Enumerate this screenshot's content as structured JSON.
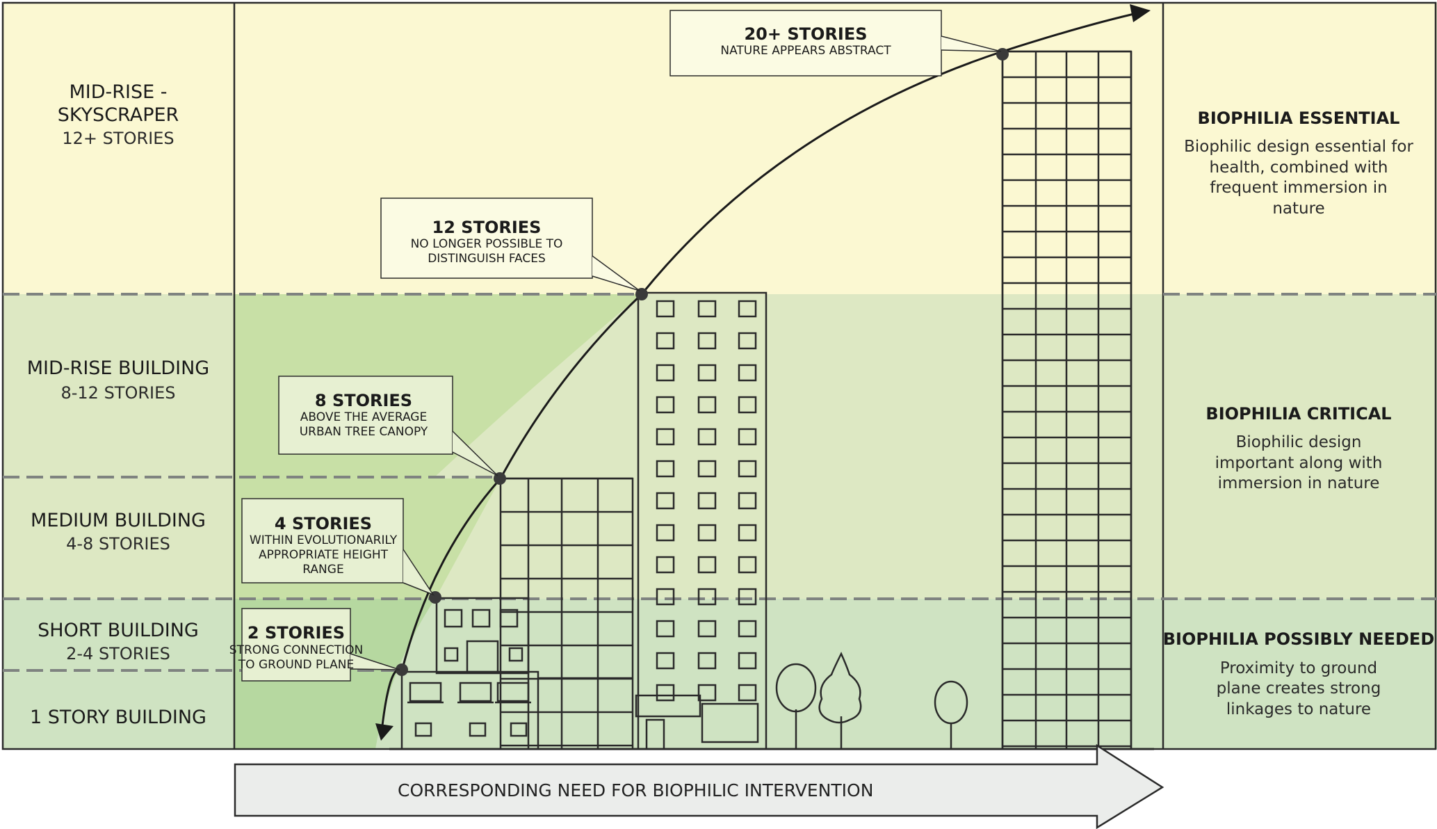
{
  "colors": {
    "zone_yellow": "#fbf8d2",
    "zone_green_mid": "#dde8c3",
    "zone_green_low": "#cfe3c2",
    "left_highlight_mid": "#c8e0a6",
    "left_highlight_low": "#b6d8a0",
    "border": "#2a2a2a",
    "arrow_fill": "#ebedeb",
    "dashed": "#7f8380"
  },
  "left_categories": [
    {
      "title": "MID-RISE -",
      "title2": "SKYSCRAPER",
      "sub": "12+ STORIES"
    },
    {
      "title": "MID-RISE BUILDING",
      "sub": "8-12 STORIES"
    },
    {
      "title": "MEDIUM BUILDING",
      "sub": "4-8 STORIES"
    },
    {
      "title": "SHORT BUILDING",
      "sub": "2-4 STORIES"
    },
    {
      "title": "1 STORY BUILDING"
    }
  ],
  "right_categories": [
    {
      "title": "BIOPHILIA ESSENTIAL",
      "lines": [
        "Biophilic design essential for",
        "health, combined with",
        "frequent immersion in",
        "nature"
      ]
    },
    {
      "title": "BIOPHILIA CRITICAL",
      "lines": [
        "Biophilic design",
        "important along with",
        "immersion in nature"
      ]
    },
    {
      "title": "BIOPHILIA POSSIBLY NEEDED",
      "lines": [
        "Proximity to ground",
        "plane creates strong",
        "linkages to nature"
      ]
    }
  ],
  "callouts": [
    {
      "title": "20+ STORIES",
      "lines": [
        "NATURE  APPEARS ABSTRACT"
      ]
    },
    {
      "title": "12 STORIES",
      "lines": [
        "NO LONGER POSSIBLE TO",
        "DISTINGUISH FACES"
      ]
    },
    {
      "title": "8 STORIES",
      "lines": [
        "ABOVE THE AVERAGE",
        "URBAN TREE CANOPY"
      ]
    },
    {
      "title": "4 STORIES",
      "lines": [
        "WITHIN EVOLUTIONARILY",
        "APPROPRIATE HEIGHT",
        "RANGE"
      ]
    },
    {
      "title": "2 STORIES",
      "lines": [
        "STRONG CONNECTION",
        "TO GROUND PLANE"
      ]
    }
  ],
  "bottom_arrow_label": "CORRESPONDING NEED FOR BIOPHILIC INTERVENTION"
}
